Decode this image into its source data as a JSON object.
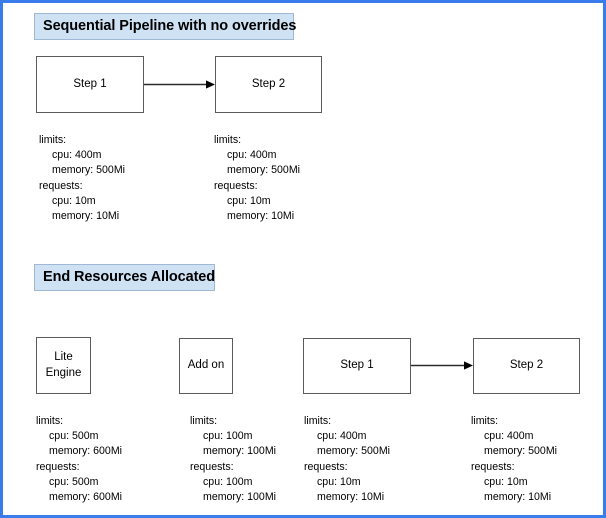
{
  "page": {
    "frame_color": "#3b7ced",
    "background": "#ffffff",
    "label_fill": "#cfe2f3",
    "label_border": "#9fb8d4",
    "node_border": "#5b5b5b"
  },
  "sections": [
    {
      "id": "sequential-pipeline",
      "label": "Sequential Pipeline with no overrides",
      "nodes": [
        {
          "id": "step-1",
          "label": "Step 1"
        },
        {
          "id": "step-2",
          "label": "Step 2"
        }
      ],
      "arrows": [
        {
          "id": "step-1-to-step-2",
          "from": "step-1",
          "to": "step-2"
        }
      ],
      "resources": [
        {
          "id": "step-1-resources",
          "lines": [
            {
              "text": "limits:",
              "indent": false
            },
            {
              "text": "cpu: 400m",
              "indent": true
            },
            {
              "text": "memory: 500Mi",
              "indent": true
            },
            {
              "text": "requests:",
              "indent": false
            },
            {
              "text": "cpu: 10m",
              "indent": true
            },
            {
              "text": "memory: 10Mi",
              "indent": true
            }
          ]
        },
        {
          "id": "step-2-resources",
          "lines": [
            {
              "text": "limits:",
              "indent": false
            },
            {
              "text": "cpu: 400m",
              "indent": true
            },
            {
              "text": "memory: 500Mi",
              "indent": true
            },
            {
              "text": "requests:",
              "indent": false
            },
            {
              "text": "cpu: 10m",
              "indent": true
            },
            {
              "text": "memory: 10Mi",
              "indent": true
            }
          ]
        }
      ]
    },
    {
      "id": "end-resources-allocated",
      "label": "End Resources Allocated",
      "nodes": [
        {
          "id": "lite-engine",
          "label": "Lite\nEngine"
        },
        {
          "id": "add-on",
          "label": "Add on"
        },
        {
          "id": "step-1",
          "label": "Step 1"
        },
        {
          "id": "step-2",
          "label": "Step 2"
        }
      ],
      "arrows": [
        {
          "id": "step-1-to-step-2",
          "from": "step-1",
          "to": "step-2"
        }
      ],
      "resources": [
        {
          "id": "lite-engine-resources",
          "lines": [
            {
              "text": "limits:",
              "indent": false
            },
            {
              "text": "cpu: 500m",
              "indent": true
            },
            {
              "text": "memory: 600Mi",
              "indent": true
            },
            {
              "text": "requests:",
              "indent": false
            },
            {
              "text": "cpu: 500m",
              "indent": true
            },
            {
              "text": "memory: 600Mi",
              "indent": true
            }
          ]
        },
        {
          "id": "add-on-resources",
          "lines": [
            {
              "text": "limits:",
              "indent": false
            },
            {
              "text": "cpu: 100m",
              "indent": true
            },
            {
              "text": "memory: 100Mi",
              "indent": true
            },
            {
              "text": "requests:",
              "indent": false
            },
            {
              "text": "cpu: 100m",
              "indent": true
            },
            {
              "text": "memory: 100Mi",
              "indent": true
            }
          ]
        },
        {
          "id": "step-1-resources",
          "lines": [
            {
              "text": "limits:",
              "indent": false
            },
            {
              "text": "cpu: 400m",
              "indent": true
            },
            {
              "text": "memory: 500Mi",
              "indent": true
            },
            {
              "text": "requests:",
              "indent": false
            },
            {
              "text": "cpu: 10m",
              "indent": true
            },
            {
              "text": "memory: 10Mi",
              "indent": true
            }
          ]
        },
        {
          "id": "step-2-resources",
          "lines": [
            {
              "text": "limits:",
              "indent": false
            },
            {
              "text": "cpu: 400m",
              "indent": true
            },
            {
              "text": "memory: 500Mi",
              "indent": true
            },
            {
              "text": "requests:",
              "indent": false
            },
            {
              "text": "cpu: 10m",
              "indent": true
            },
            {
              "text": "memory: 10Mi",
              "indent": true
            }
          ]
        }
      ]
    }
  ]
}
